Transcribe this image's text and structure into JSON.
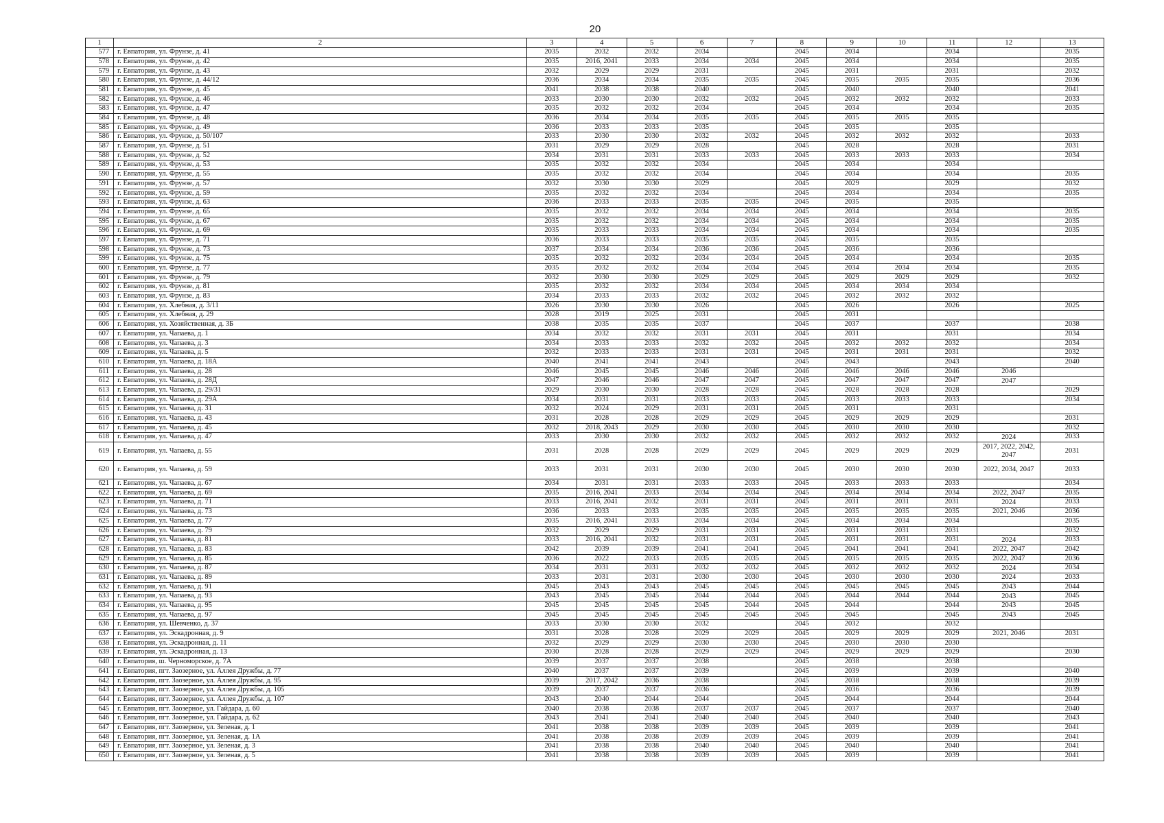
{
  "page": {
    "number": "20"
  },
  "headers": [
    "1",
    "2",
    "3",
    "4",
    "5",
    "6",
    "7",
    "8",
    "9",
    "10",
    "11",
    "12",
    "13"
  ],
  "rows": [
    [
      "577",
      "г. Евпатория, ул. Фрунзе, д. 41",
      "2035",
      "2032",
      "2032",
      "2034",
      "",
      "2045",
      "2034",
      "",
      "2034",
      "",
      "2035"
    ],
    [
      "578",
      "г. Евпатория, ул. Фрунзе, д. 42",
      "2035",
      "2016, 2041",
      "2033",
      "2034",
      "2034",
      "2045",
      "2034",
      "",
      "2034",
      "",
      "2035"
    ],
    [
      "579",
      "г. Евпатория, ул. Фрунзе, д. 43",
      "2032",
      "2029",
      "2029",
      "2031",
      "",
      "2045",
      "2031",
      "",
      "2031",
      "",
      "2032"
    ],
    [
      "580",
      "г. Евпатория, ул. Фрунзе, д. 44/12",
      "2036",
      "2034",
      "2034",
      "2035",
      "2035",
      "2045",
      "2035",
      "2035",
      "2035",
      "",
      "2036"
    ],
    [
      "581",
      "г. Евпатория, ул. Фрунзе, д. 45",
      "2041",
      "2038",
      "2038",
      "2040",
      "",
      "2045",
      "2040",
      "",
      "2040",
      "",
      "2041"
    ],
    [
      "582",
      "г. Евпатория, ул. Фрунзе, д. 46",
      "2033",
      "2030",
      "2030",
      "2032",
      "2032",
      "2045",
      "2032",
      "2032",
      "2032",
      "",
      "2033"
    ],
    [
      "583",
      "г. Евпатория, ул. Фрунзе, д. 47",
      "2035",
      "2032",
      "2032",
      "2034",
      "",
      "2045",
      "2034",
      "",
      "2034",
      "",
      "2035"
    ],
    [
      "584",
      "г. Евпатория, ул. Фрунзе, д. 48",
      "2036",
      "2034",
      "2034",
      "2035",
      "2035",
      "2045",
      "2035",
      "2035",
      "2035",
      "",
      ""
    ],
    [
      "585",
      "г. Евпатория, ул. Фрунзе, д. 49",
      "2036",
      "2033",
      "2033",
      "2035",
      "",
      "2045",
      "2035",
      "",
      "2035",
      "",
      ""
    ],
    [
      "586",
      "г. Евпатория, ул. Фрунзе, д. 50/107",
      "2033",
      "2030",
      "2030",
      "2032",
      "2032",
      "2045",
      "2032",
      "2032",
      "2032",
      "",
      "2033"
    ],
    [
      "587",
      "г. Евпатория, ул. Фрунзе, д. 51",
      "2031",
      "2029",
      "2029",
      "2028",
      "",
      "2045",
      "2028",
      "",
      "2028",
      "",
      "2031"
    ],
    [
      "588",
      "г. Евпатория, ул. Фрунзе, д. 52",
      "2034",
      "2031",
      "2031",
      "2033",
      "2033",
      "2045",
      "2033",
      "2033",
      "2033",
      "",
      "2034"
    ],
    [
      "589",
      "г. Евпатория, ул. Фрунзе, д. 53",
      "2035",
      "2032",
      "2032",
      "2034",
      "",
      "2045",
      "2034",
      "",
      "2034",
      "",
      ""
    ],
    [
      "590",
      "г. Евпатория, ул. Фрунзе, д. 55",
      "2035",
      "2032",
      "2032",
      "2034",
      "",
      "2045",
      "2034",
      "",
      "2034",
      "",
      "2035"
    ],
    [
      "591",
      "г. Евпатория, ул. Фрунзе, д. 57",
      "2032",
      "2030",
      "2030",
      "2029",
      "",
      "2045",
      "2029",
      "",
      "2029",
      "",
      "2032"
    ],
    [
      "592",
      "г. Евпатория, ул. Фрунзе, д. 59",
      "2035",
      "2032",
      "2032",
      "2034",
      "",
      "2045",
      "2034",
      "",
      "2034",
      "",
      "2035"
    ],
    [
      "593",
      "г. Евпатория, ул. Фрунзе, д. 63",
      "2036",
      "2033",
      "2033",
      "2035",
      "2035",
      "2045",
      "2035",
      "",
      "2035",
      "",
      ""
    ],
    [
      "594",
      "г. Евпатория, ул. Фрунзе, д. 65",
      "2035",
      "2032",
      "2032",
      "2034",
      "2034",
      "2045",
      "2034",
      "",
      "2034",
      "",
      "2035"
    ],
    [
      "595",
      "г. Евпатория, ул. Фрунзе, д. 67",
      "2035",
      "2032",
      "2032",
      "2034",
      "2034",
      "2045",
      "2034",
      "",
      "2034",
      "",
      "2035"
    ],
    [
      "596",
      "г. Евпатория, ул. Фрунзе, д. 69",
      "2035",
      "2033",
      "2033",
      "2034",
      "2034",
      "2045",
      "2034",
      "",
      "2034",
      "",
      "2035"
    ],
    [
      "597",
      "г. Евпатория, ул. Фрунзе, д. 71",
      "2036",
      "2033",
      "2033",
      "2035",
      "2035",
      "2045",
      "2035",
      "",
      "2035",
      "",
      ""
    ],
    [
      "598",
      "г. Евпатория, ул. Фрунзе, д. 73",
      "2037",
      "2034",
      "2034",
      "2036",
      "2036",
      "2045",
      "2036",
      "",
      "2036",
      "",
      ""
    ],
    [
      "599",
      "г. Евпатория, ул. Фрунзе, д. 75",
      "2035",
      "2032",
      "2032",
      "2034",
      "2034",
      "2045",
      "2034",
      "",
      "2034",
      "",
      "2035"
    ],
    [
      "600",
      "г. Евпатория, ул. Фрунзе, д. 77",
      "2035",
      "2032",
      "2032",
      "2034",
      "2034",
      "2045",
      "2034",
      "2034",
      "2034",
      "",
      "2035"
    ],
    [
      "601",
      "г. Евпатория, ул. Фрунзе, д. 79",
      "2032",
      "2030",
      "2030",
      "2029",
      "2029",
      "2045",
      "2029",
      "2029",
      "2029",
      "",
      "2032"
    ],
    [
      "602",
      "г. Евпатория, ул. Фрунзе, д. 81",
      "2035",
      "2032",
      "2032",
      "2034",
      "2034",
      "2045",
      "2034",
      "2034",
      "2034",
      "",
      ""
    ],
    [
      "603",
      "г. Евпатория, ул. Фрунзе, д. 83",
      "2034",
      "2033",
      "2033",
      "2032",
      "2032",
      "2045",
      "2032",
      "2032",
      "2032",
      "",
      ""
    ],
    [
      "604",
      "г. Евпатория, ул. Хлебная, д. 3/11",
      "2026",
      "2030",
      "2030",
      "2026",
      "",
      "2045",
      "2026",
      "",
      "2026",
      "",
      "2025"
    ],
    [
      "605",
      "г. Евпатория, ул. Хлебная, д. 29",
      "2028",
      "2019",
      "2025",
      "2031",
      "",
      "2045",
      "2031",
      "",
      "",
      "",
      ""
    ],
    [
      "606",
      "г. Евпатория, ул. Хозяйственная, д. 3Б",
      "2038",
      "2035",
      "2035",
      "2037",
      "",
      "2045",
      "2037",
      "",
      "2037",
      "",
      "2038"
    ],
    [
      "607",
      "г. Евпатория, ул. Чапаева, д. 1",
      "2034",
      "2032",
      "2032",
      "2031",
      "2031",
      "2045",
      "2031",
      "",
      "2031",
      "",
      "2034"
    ],
    [
      "608",
      "г. Евпатория, ул. Чапаева, д. 3",
      "2034",
      "2033",
      "2033",
      "2032",
      "2032",
      "2045",
      "2032",
      "2032",
      "2032",
      "",
      "2034"
    ],
    [
      "609",
      "г. Евпатория, ул. Чапаева, д. 5",
      "2032",
      "2033",
      "2033",
      "2031",
      "2031",
      "2045",
      "2031",
      "2031",
      "2031",
      "",
      "2032"
    ],
    [
      "610",
      "г. Евпатория, ул. Чапаева, д. 18А",
      "2040",
      "2041",
      "2041",
      "2043",
      "",
      "2045",
      "2043",
      "",
      "2043",
      "",
      "2040"
    ],
    [
      "611",
      "г. Евпатория, ул. Чапаева, д. 28",
      "2046",
      "2045",
      "2045",
      "2046",
      "2046",
      "2046",
      "2046",
      "2046",
      "2046",
      "2046",
      ""
    ],
    [
      "612",
      "г. Евпатория, ул. Чапаева, д. 28Д",
      "2047",
      "2046",
      "2046",
      "2047",
      "2047",
      "2045",
      "2047",
      "2047",
      "2047",
      "2047",
      ""
    ],
    [
      "613",
      "г. Евпатория, ул. Чапаева, д. 29/31",
      "2029",
      "2030",
      "2030",
      "2028",
      "2028",
      "2045",
      "2028",
      "2028",
      "2028",
      "",
      "2029"
    ],
    [
      "614",
      "г. Евпатория, ул. Чапаева, д. 29А",
      "2034",
      "2031",
      "2031",
      "2033",
      "2033",
      "2045",
      "2033",
      "2033",
      "2033",
      "",
      "2034"
    ],
    [
      "615",
      "г. Евпатория, ул. Чапаева, д. 31",
      "2032",
      "2024",
      "2029",
      "2031",
      "2031",
      "2045",
      "2031",
      "",
      "2031",
      "",
      ""
    ],
    [
      "616",
      "г. Евпатория, ул. Чапаева, д. 43",
      "2031",
      "2028",
      "2028",
      "2029",
      "2029",
      "2045",
      "2029",
      "2029",
      "2029",
      "",
      "2031"
    ],
    [
      "617",
      "г. Евпатория, ул. Чапаева, д. 45",
      "2032",
      "2018, 2043",
      "2029",
      "2030",
      "2030",
      "2045",
      "2030",
      "2030",
      "2030",
      "",
      "2032"
    ],
    [
      "618",
      "г. Евпатория, ул. Чапаева, д. 47",
      "2033",
      "2030",
      "2030",
      "2032",
      "2032",
      "2045",
      "2032",
      "2032",
      "2032",
      "2024",
      "2033"
    ],
    [
      "619",
      "г. Евпатория, ул. Чапаева, д. 55",
      "2031",
      "2028",
      "2028",
      "2029",
      "2029",
      "2045",
      "2029",
      "2029",
      "2029",
      "2017, 2022, 2042, 2047",
      "2031"
    ],
    [
      "620",
      "г. Евпатория, ул. Чапаева, д. 59",
      "2033",
      "2031",
      "2031",
      "2030",
      "2030",
      "2045",
      "2030",
      "2030",
      "2030",
      "2022, 2034, 2047",
      "2033"
    ],
    [
      "621",
      "г. Евпатория, ул. Чапаева, д. 67",
      "2034",
      "2031",
      "2031",
      "2033",
      "2033",
      "2045",
      "2033",
      "2033",
      "2033",
      "",
      "2034"
    ],
    [
      "622",
      "г. Евпатория, ул. Чапаева, д. 69",
      "2035",
      "2016, 2041",
      "2033",
      "2034",
      "2034",
      "2045",
      "2034",
      "2034",
      "2034",
      "2022, 2047",
      "2035"
    ],
    [
      "623",
      "г. Евпатория, ул. Чапаева, д. 71",
      "2033",
      "2016, 2041",
      "2032",
      "2031",
      "2031",
      "2045",
      "2031",
      "2031",
      "2031",
      "2024",
      "2033"
    ],
    [
      "624",
      "г. Евпатория, ул. Чапаева, д. 73",
      "2036",
      "2033",
      "2033",
      "2035",
      "2035",
      "2045",
      "2035",
      "2035",
      "2035",
      "2021, 2046",
      "2036"
    ],
    [
      "625",
      "г. Евпатория, ул. Чапаева, д. 77",
      "2035",
      "2016, 2041",
      "2033",
      "2034",
      "2034",
      "2045",
      "2034",
      "2034",
      "2034",
      "",
      "2035"
    ],
    [
      "626",
      "г. Евпатория, ул. Чапаева, д. 79",
      "2032",
      "2029",
      "2029",
      "2031",
      "2031",
      "2045",
      "2031",
      "2031",
      "2031",
      "",
      "2032"
    ],
    [
      "627",
      "г. Евпатория, ул. Чапаева, д. 81",
      "2033",
      "2016, 2041",
      "2032",
      "2031",
      "2031",
      "2045",
      "2031",
      "2031",
      "2031",
      "2024",
      "2033"
    ],
    [
      "628",
      "г. Евпатория, ул. Чапаева, д. 83",
      "2042",
      "2039",
      "2039",
      "2041",
      "2041",
      "2045",
      "2041",
      "2041",
      "2041",
      "2022, 2047",
      "2042"
    ],
    [
      "629",
      "г. Евпатория, ул. Чапаева, д. 85",
      "2036",
      "2022",
      "2033",
      "2035",
      "2035",
      "2045",
      "2035",
      "2035",
      "2035",
      "2022, 2047",
      "2036"
    ],
    [
      "630",
      "г. Евпатория, ул. Чапаева, д. 87",
      "2034",
      "2031",
      "2031",
      "2032",
      "2032",
      "2045",
      "2032",
      "2032",
      "2032",
      "2024",
      "2034"
    ],
    [
      "631",
      "г. Евпатория, ул. Чапаева, д. 89",
      "2033",
      "2031",
      "2031",
      "2030",
      "2030",
      "2045",
      "2030",
      "2030",
      "2030",
      "2024",
      "2033"
    ],
    [
      "632",
      "г. Евпатория, ул. Чапаева, д. 91",
      "2045",
      "2043",
      "2043",
      "2045",
      "2045",
      "2045",
      "2045",
      "2045",
      "2045",
      "2043",
      "2044"
    ],
    [
      "633",
      "г. Евпатория, ул. Чапаева, д. 93",
      "2043",
      "2045",
      "2045",
      "2044",
      "2044",
      "2045",
      "2044",
      "2044",
      "2044",
      "2043",
      "2045"
    ],
    [
      "634",
      "г. Евпатория, ул. Чапаева, д. 95",
      "2045",
      "2045",
      "2045",
      "2045",
      "2044",
      "2045",
      "2044",
      "",
      "2044",
      "2043",
      "2045"
    ],
    [
      "635",
      "г. Евпатория, ул. Чапаева, д. 97",
      "2045",
      "2045",
      "2045",
      "2045",
      "2045",
      "2045",
      "2045",
      "",
      "2045",
      "2043",
      "2045"
    ],
    [
      "636",
      "г. Евпатория, ул. Шевченко, д. 37",
      "2033",
      "2030",
      "2030",
      "2032",
      "",
      "2045",
      "2032",
      "",
      "2032",
      "",
      ""
    ],
    [
      "637",
      "г. Евпатория, ул. Эскадронная, д. 9",
      "2031",
      "2028",
      "2028",
      "2029",
      "2029",
      "2045",
      "2029",
      "2029",
      "2029",
      "2021, 2046",
      "2031"
    ],
    [
      "638",
      "г. Евпатория, ул. Эскадронная, д. 11",
      "2032",
      "2029",
      "2029",
      "2030",
      "2030",
      "2045",
      "2030",
      "2030",
      "2030",
      "",
      ""
    ],
    [
      "639",
      "г. Евпатория, ул. Эскадронная, д. 13",
      "2030",
      "2028",
      "2028",
      "2029",
      "2029",
      "2045",
      "2029",
      "2029",
      "2029",
      "",
      "2030"
    ],
    [
      "640",
      "г. Евпатория, ш. Черноморское, д. 7А",
      "2039",
      "2037",
      "2037",
      "2038",
      "",
      "2045",
      "2038",
      "",
      "2038",
      "",
      ""
    ],
    [
      "641",
      "г. Евпатория, пгт. Заозерное, ул. Аллея Дружбы, д. 77",
      "2040",
      "2037",
      "2037",
      "2039",
      "",
      "2045",
      "2039",
      "",
      "2039",
      "",
      "2040"
    ],
    [
      "642",
      "г. Евпатория, пгт. Заозерное, ул. Аллея Дружбы, д. 95",
      "2039",
      "2017, 2042",
      "2036",
      "2038",
      "",
      "2045",
      "2038",
      "",
      "2038",
      "",
      "2039"
    ],
    [
      "643",
      "г. Евпатория, пгт. Заозерное, ул. Аллея Дружбы, д. 105",
      "2039",
      "2037",
      "2037",
      "2036",
      "",
      "2045",
      "2036",
      "",
      "2036",
      "",
      "2039"
    ],
    [
      "644",
      "г. Евпатория, пгт. Заозерное, ул. Аллея Дружбы, д. 107",
      "2043",
      "2040",
      "2044",
      "2044",
      "",
      "2045",
      "2044",
      "",
      "2044",
      "",
      "2044"
    ],
    [
      "645",
      "г. Евпатория, пгт. Заозерное, ул. Гайдара, д. 60",
      "2040",
      "2038",
      "2038",
      "2037",
      "2037",
      "2045",
      "2037",
      "",
      "2037",
      "",
      "2040"
    ],
    [
      "646",
      "г. Евпатория, пгт. Заозерное, ул. Гайдара, д. 62",
      "2043",
      "2041",
      "2041",
      "2040",
      "2040",
      "2045",
      "2040",
      "",
      "2040",
      "",
      "2043"
    ],
    [
      "647",
      "г. Евпатория, пгт. Заозерное, ул. Зеленая, д. 1",
      "2041",
      "2038",
      "2038",
      "2039",
      "2039",
      "2045",
      "2039",
      "",
      "2039",
      "",
      "2041"
    ],
    [
      "648",
      "г. Евпатория, пгт. Заозерное, ул. Зеленая, д. 1А",
      "2041",
      "2038",
      "2038",
      "2039",
      "2039",
      "2045",
      "2039",
      "",
      "2039",
      "",
      "2041"
    ],
    [
      "649",
      "г. Евпатория, пгт. Заозерное, ул. Зеленая, д. 3",
      "2041",
      "2038",
      "2038",
      "2040",
      "2040",
      "2045",
      "2040",
      "",
      "2040",
      "",
      "2041"
    ],
    [
      "650",
      "г. Евпатория, пгт. Заозерное, ул. Зеленая, д. 5",
      "2041",
      "2038",
      "2038",
      "2039",
      "2039",
      "2045",
      "2039",
      "",
      "2039",
      "",
      "2041"
    ]
  ]
}
